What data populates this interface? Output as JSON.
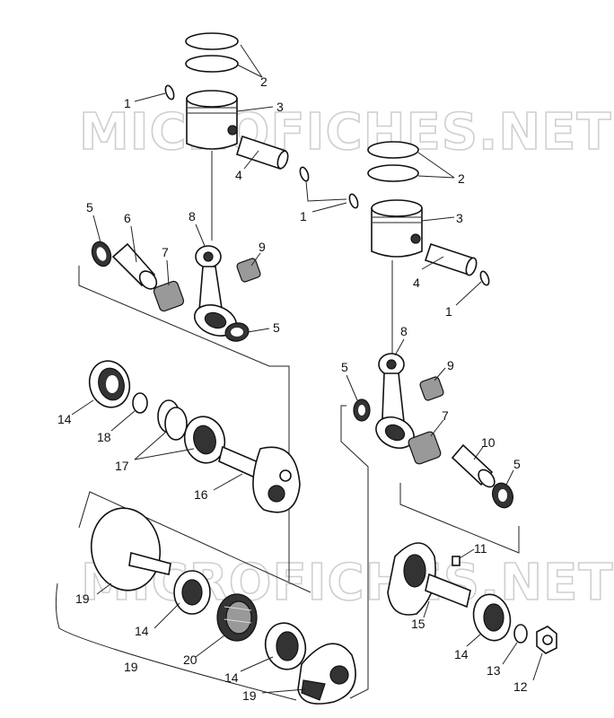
{
  "watermark": {
    "top": "MICROFICHES.NET",
    "bottom": "MICROFICHES.NET"
  },
  "callouts": {
    "c1_top_ring": "1",
    "c2_top_rings": "2",
    "c3_top_piston": "3",
    "c4_top_pin": "4",
    "c1_mid_ring": "1",
    "c2_right_rings": "2",
    "c3_right_piston": "3",
    "c4_right_pin": "4",
    "c1_right_ring": "1",
    "c5_left_washer": "5",
    "c6_left_spacer": "6",
    "c8_left_rod": "8",
    "c9_left_bearing": "9",
    "c7_left_needle": "7",
    "c5_left_washer2": "5",
    "c8_right_rod": "8",
    "c9_right_bearing": "9",
    "c5_right_washer": "5",
    "c7_right_needle": "7",
    "c10_right_spacer": "10",
    "c5_right_washer2": "5",
    "c14_left_bearing": "14",
    "c18_shim": "18",
    "c17_rings": "17",
    "c16_crank_half": "16",
    "c11_key": "11",
    "c15_crank_half": "15",
    "c19_left_flywheel": "19",
    "c14_mid_bearing": "14",
    "c20_seal": "20",
    "c14_low_bearing": "14",
    "c19_assembly": "19",
    "c19_bottom_flywheel": "19",
    "c14_right_bearing": "14",
    "c13_washer": "13",
    "c12_nut": "12"
  }
}
